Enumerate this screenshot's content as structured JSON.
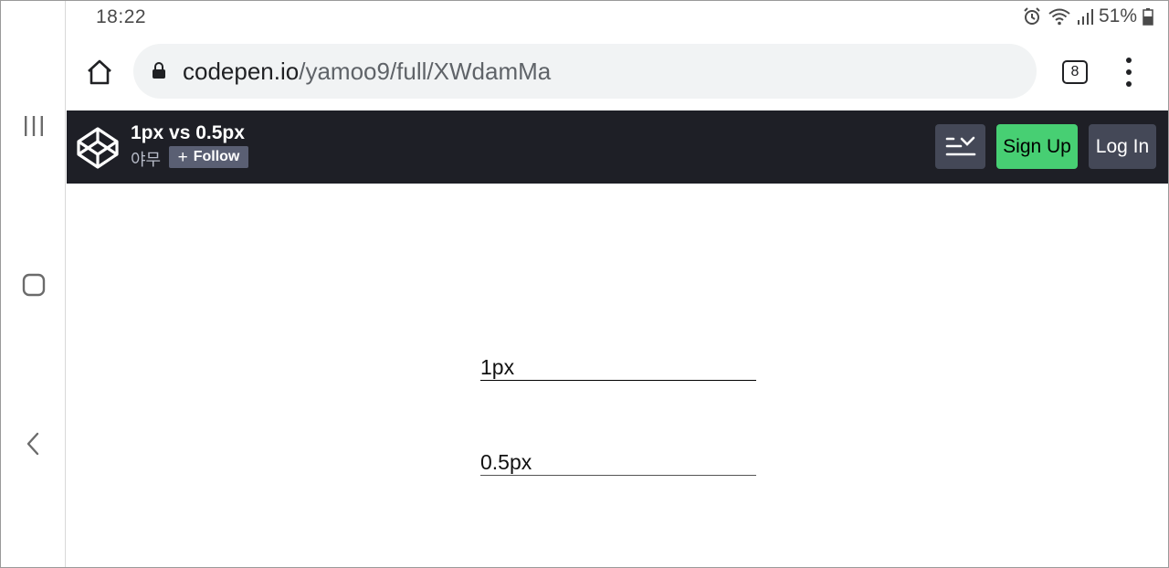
{
  "status_bar": {
    "time": "18:22",
    "battery": "51%",
    "icons": [
      "alarm-icon",
      "wifi-icon",
      "signal-icon",
      "battery-icon"
    ]
  },
  "browser": {
    "url_host": "codepen.io",
    "url_path": "/yamoo9/full/XWdamMa",
    "tab_count": "8"
  },
  "nav": {
    "icons": [
      "recents-icon",
      "home-nav-icon",
      "back-icon"
    ]
  },
  "codepen": {
    "pen_title": "1px vs 0.5px",
    "author": "야무",
    "follow_label": "Follow",
    "signup_label": "Sign Up",
    "login_label": "Log In",
    "colors": {
      "header_bg": "#1e1f26",
      "signup_bg": "#47cf73",
      "button_bg": "#444857"
    }
  },
  "result": {
    "line1_label": "1px",
    "line2_label": "0.5px"
  }
}
